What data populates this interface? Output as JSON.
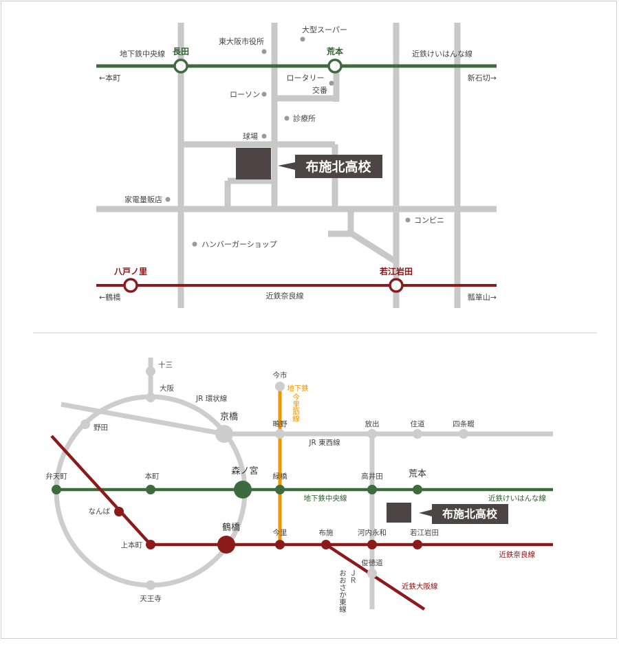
{
  "colors": {
    "street": "#c8c8c8",
    "chuo_line": "#3d6b3d",
    "nara_line": "#8b1a1a",
    "jr": "#cdcdcd",
    "subway_imazato": "#f29600",
    "school": "#4d4545",
    "landmark_dot": "#999999"
  },
  "school_name": "布施北高校",
  "local_map": {
    "chuo_line_label": "地下鉄中央線",
    "keihanna_label": "近鉄けいはんな線",
    "station_nagata": "長田",
    "station_aramoto": "荒本",
    "dir_honmachi": "←本町",
    "dir_shinishikiri": "新石切→",
    "station_yaenosato": "八戸ノ里",
    "station_wakaeiwata": "若江岩田",
    "dir_tsuruhashi": "←鶴橋",
    "dir_hyotanyama": "瓢箪山→",
    "nara_line_label": "近鉄奈良線",
    "landmarks": {
      "higashiosaka_city_hall": "東大阪市役所",
      "supermarket": "大型スーパー",
      "rotary": "ロータリー",
      "koban": "交番",
      "lawson": "ローソン",
      "clinic": "診療所",
      "ballpark": "球場",
      "electronics": "家電量販店",
      "convenience": "コンビニ",
      "burger": "ハンバーガーショップ"
    }
  },
  "route_map": {
    "stations": {
      "juso": "十三",
      "osaka": "大阪",
      "kyobashi": "京橋",
      "noda": "野田",
      "imaichi": "今市",
      "shigino": "鴫野",
      "hanaten": "放出",
      "sumimichi": "住道",
      "shijonawate": "四条畷",
      "bentencho": "弁天町",
      "honmachi": "本町",
      "morinomiya": "森ノ宮",
      "midoribashi": "緑橋",
      "takaida": "高井田",
      "aramoto": "荒本",
      "namba": "なんば",
      "uehommachi": "上本町",
      "tsuruhashi": "鶴橋",
      "imazato": "今里",
      "fuse": "布施",
      "kawachi_eiwa": "河内永和",
      "wakae_iwata": "若江岩田",
      "shuntokumichi": "俊徳道",
      "tennoji": "天王寺"
    },
    "lines": {
      "loop": "JR 環状線",
      "tozai": "JR 東西線",
      "imazatosuji": "今里筋線",
      "imazatosuji_prefix": "地下鉄",
      "chuo": "地下鉄中央線",
      "keihanna": "近鉄けいはんな線",
      "nara": "近鉄奈良線",
      "osaka_line": "近鉄大阪線",
      "osaka_higashi_jr": "ＪＲ",
      "osaka_higashi": "おおさか東線"
    }
  }
}
